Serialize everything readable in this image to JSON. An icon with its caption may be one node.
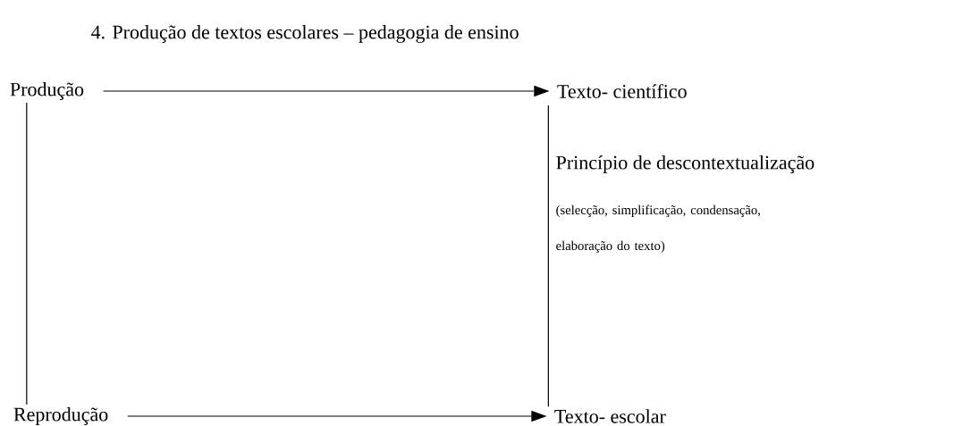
{
  "diagram": {
    "title": "4. Produção de textos escolares – pedagogia de ensino",
    "nodes": [
      {
        "text": [
          "Produção"
        ]
      },
      {
        "text": [
          "Texto- científico"
        ]
      },
      {
        "text": [
          "Reprodução"
        ]
      },
      {
        "text": [
          "Texto- escolar"
        ]
      }
    ],
    "edges": [
      {
        "from": 0,
        "to": 1,
        "arrow": "to"
      },
      {
        "from": 0,
        "to": 2,
        "arrow": "none"
      },
      {
        "from": 1,
        "to": 3,
        "arrow": "none"
      },
      {
        "from": 2,
        "to": 3,
        "arrow": "to"
      }
    ],
    "labels": [
      "Princípio de descontextualização",
      "(selecção, simplificação, condensação, elaboração do texto)"
    ]
  }
}
